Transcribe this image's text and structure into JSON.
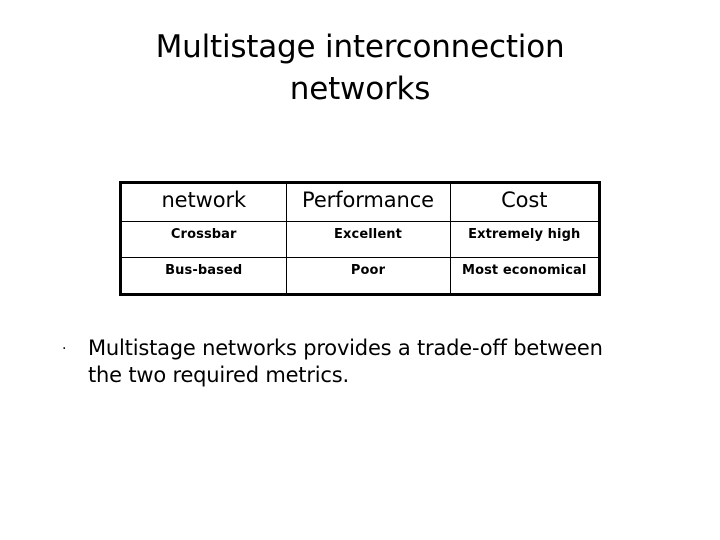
{
  "slide": {
    "background_color": "#ffffff",
    "text_color": "#000000",
    "title": {
      "line1": "Multistage interconnection",
      "line2": "networks"
    },
    "table": {
      "border_color": "#000000",
      "headers": [
        "network",
        "Performance",
        "Cost"
      ],
      "rows": [
        [
          "Crossbar",
          "Excellent",
          "Extremely high"
        ],
        [
          "Bus-based",
          "Poor",
          "Most economical"
        ]
      ]
    },
    "bullets": [
      {
        "marker": "·",
        "line1": "Multistage networks provides a trade-off between",
        "line2": "the two required metrics."
      }
    ]
  }
}
